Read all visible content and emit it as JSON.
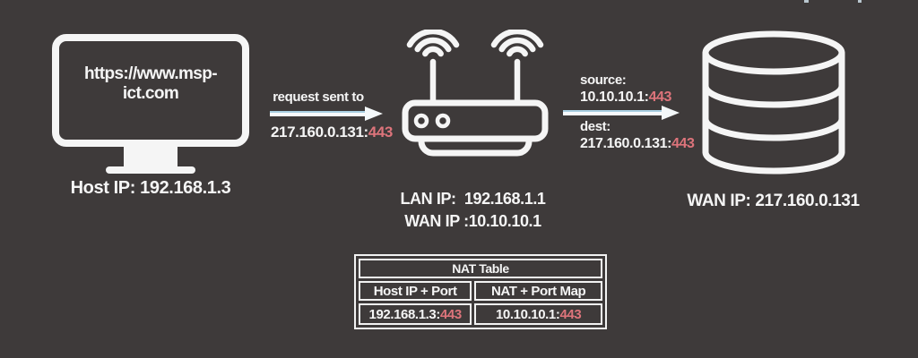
{
  "colors": {
    "background": "#3e3a3a",
    "icon_white": "#f5f5f5",
    "port_red": "#dd747b",
    "arrow_blue_edge": "#a9cfe2"
  },
  "host": {
    "browser_url": "https://www.msp-ict.com",
    "label": "Host IP: 192.168.1.3"
  },
  "arrow1": {
    "caption": "request sent to",
    "dest_ip": "217.160.0.131:",
    "dest_port": "443"
  },
  "router": {
    "lan_label": "LAN IP:  192.168.1.1",
    "wan_label": "WAN IP :10.10.10.1"
  },
  "arrow2": {
    "source_label": "source:",
    "source_ip": "10.10.10.1:",
    "source_port": "443",
    "dest_label": "dest:",
    "dest_ip": "217.160.0.131:",
    "dest_port": "443"
  },
  "server": {
    "label": "WAN IP: 217.160.0.131"
  },
  "nat_table": {
    "title": "NAT Table",
    "columns": [
      "Host IP + Port",
      "NAT + Port Map"
    ],
    "row": [
      {
        "ip": "192.168.1.3:",
        "port": "443"
      },
      {
        "ip": "10.10.10.1:",
        "port": "443"
      }
    ]
  }
}
